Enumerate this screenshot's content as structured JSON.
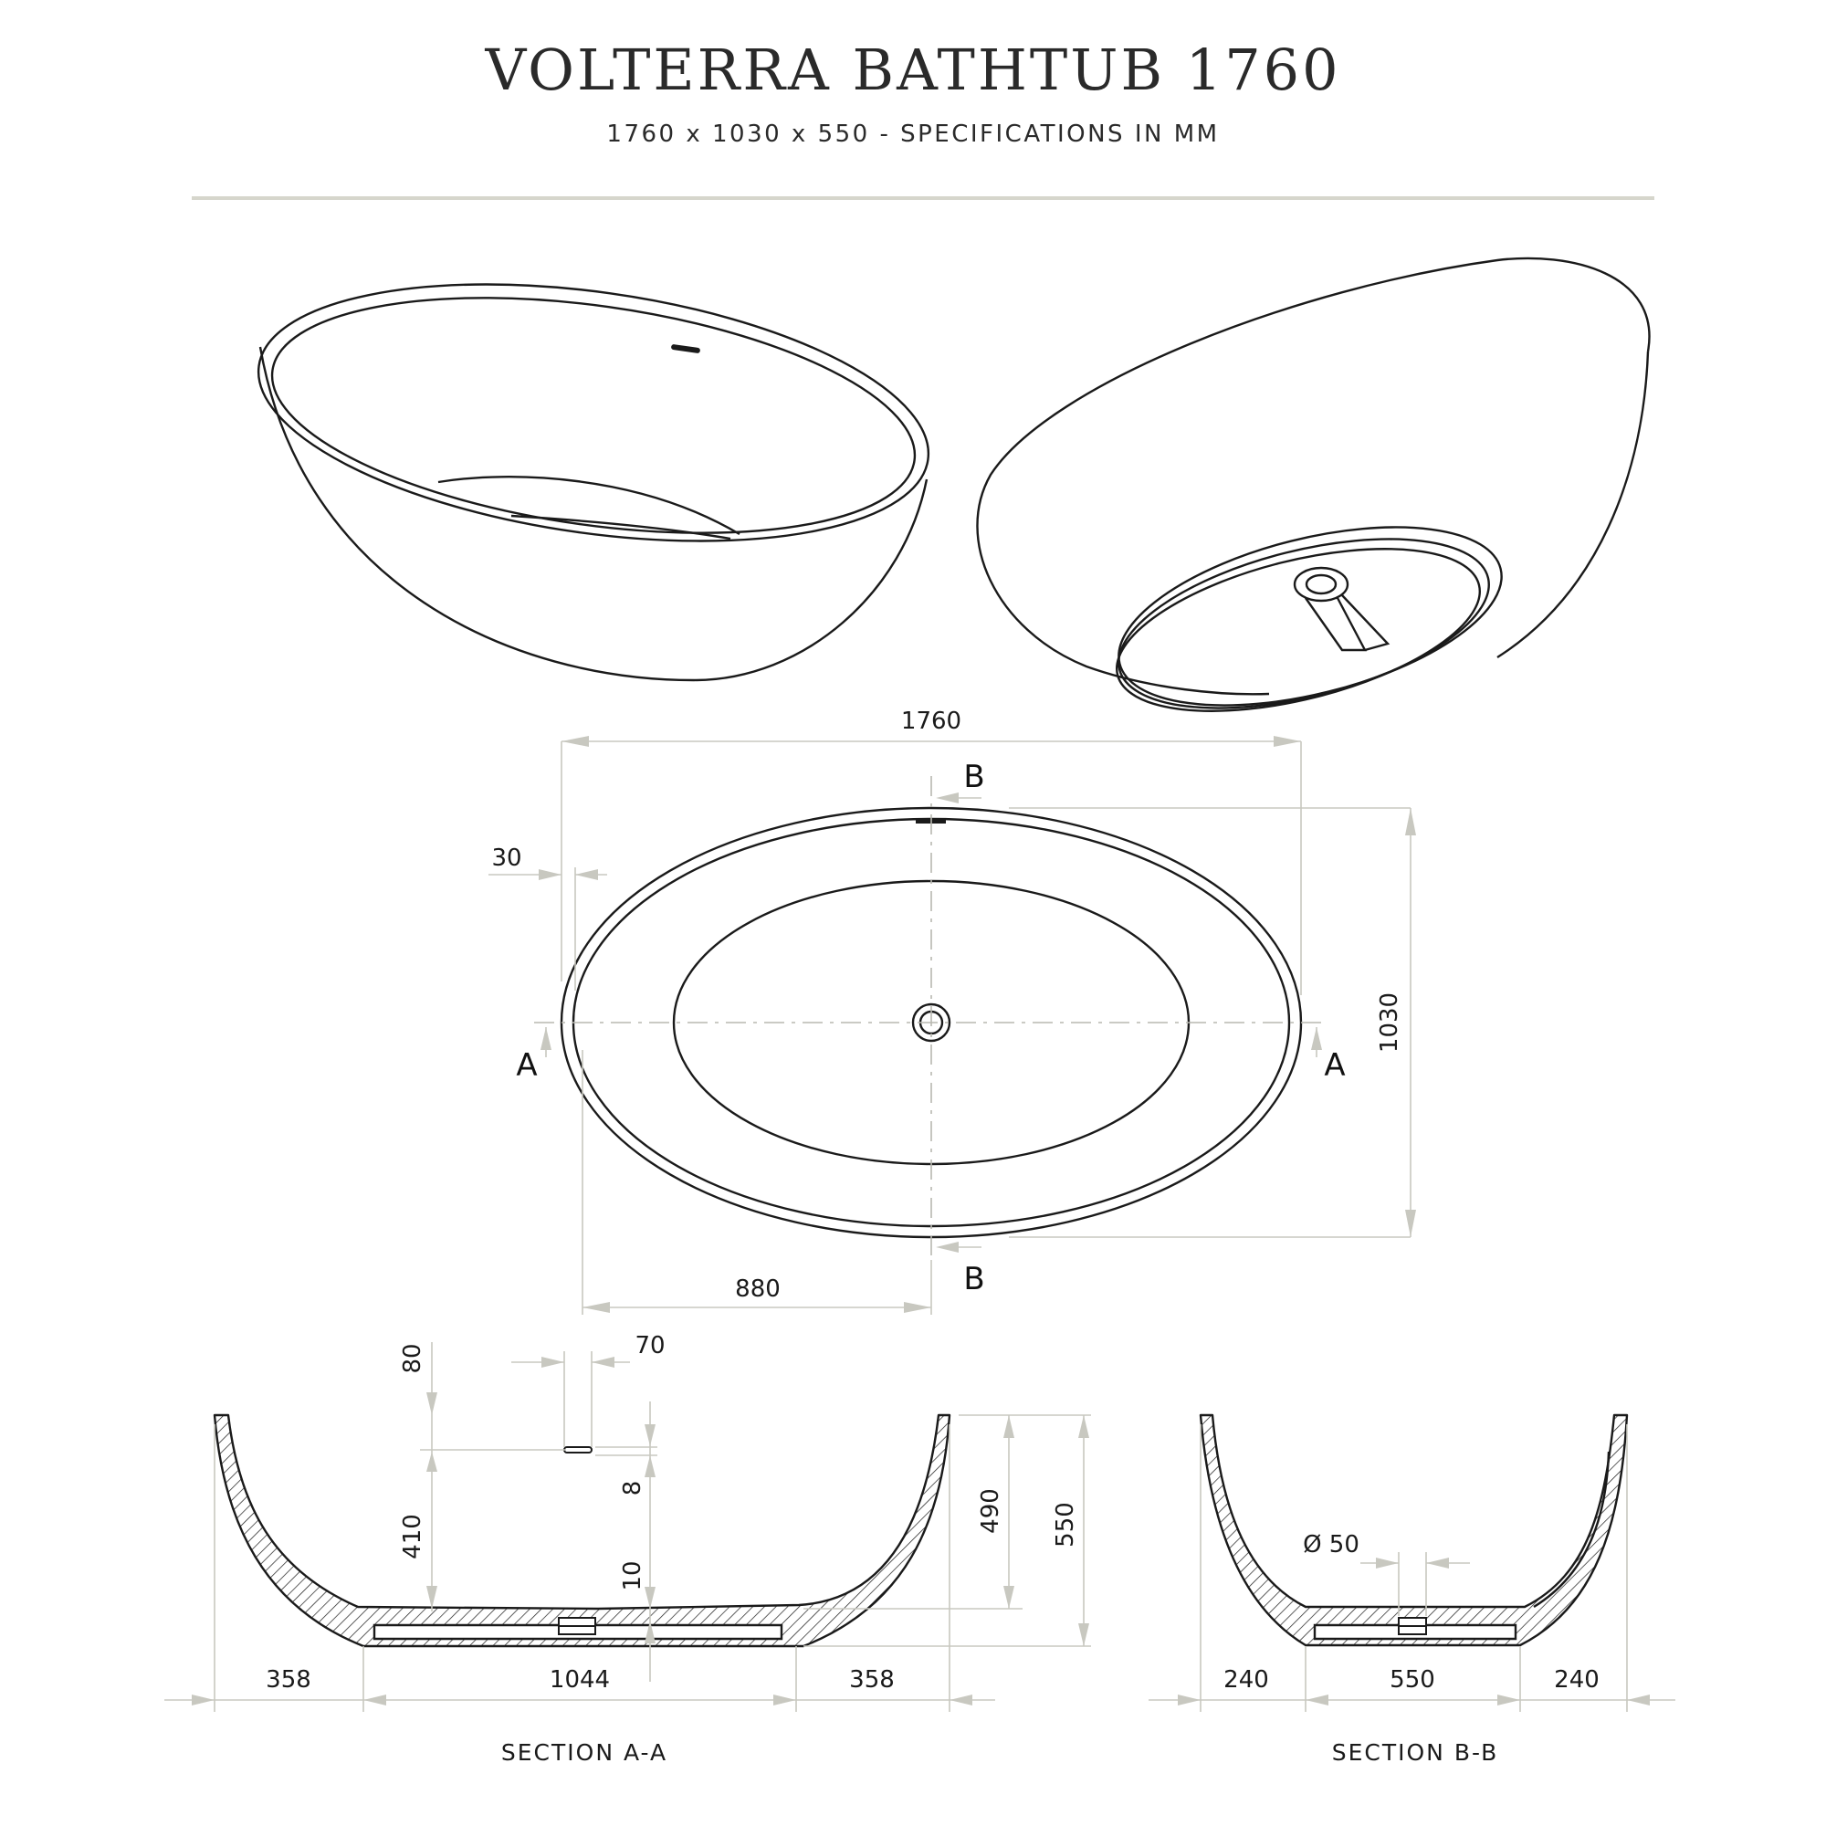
{
  "header": {
    "title": "VOLTERRA BATHTUB 1760",
    "subtitle": "1760 x 1030 x 550  -  SPECIFICATIONS IN MM"
  },
  "plan": {
    "length": "1760",
    "width": "1030",
    "rim": "30",
    "half_length": "880",
    "section_a": "A",
    "section_b": "B"
  },
  "section_aa": {
    "caption": "SECTION A-A",
    "overflow_from_top": "80",
    "overflow_width": "70",
    "overflow_height": "8",
    "overflow_to_floor": "410",
    "floor_thickness": "10",
    "inner_depth": "490",
    "total_height": "550",
    "left_offset": "358",
    "base_length": "1044",
    "right_offset": "358"
  },
  "section_bb": {
    "caption": "SECTION B-B",
    "drain_diameter": "Ø 50",
    "left_offset": "240",
    "base_width": "550",
    "right_offset": "240"
  },
  "colors": {
    "line": "#1a1a1a",
    "dimension": "#c8c8c0",
    "divider": "#d6d6cc"
  }
}
